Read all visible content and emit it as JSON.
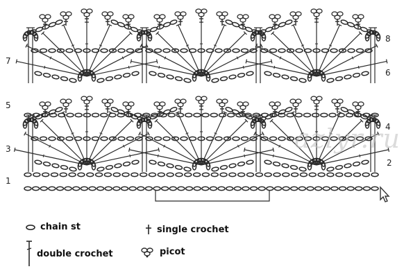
{
  "row_numbers_left": [
    "1",
    "3",
    "5",
    "7"
  ],
  "row_numbers_right": [
    "2",
    "4",
    "6",
    "8"
  ],
  "watermark": "azlyr.ru",
  "legend": {
    "chain_st": "chain st",
    "single_crochet": "single crochet",
    "double_crochet": "double crochet",
    "picot": "picot"
  },
  "colors": {
    "ink": "#2a2a2a",
    "watermark": "#bfbfbf"
  },
  "icons": [
    "chain-stitch-icon",
    "single-crochet-icon",
    "double-crochet-icon",
    "picot-icon",
    "cursor-arrow-icon"
  ]
}
